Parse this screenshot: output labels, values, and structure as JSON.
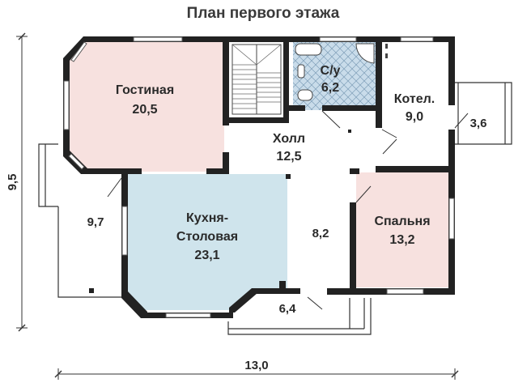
{
  "title": "План первого этажа",
  "colors": {
    "living": "#f7e1df",
    "kitchen": "#cfe4ec",
    "bedroom": "#f7e1df",
    "bathroom_tile": "#c9dcea",
    "wall": "#222222"
  },
  "rooms": {
    "living": {
      "name": "Гостиная",
      "area": "20,5"
    },
    "bath": {
      "name": "С/у",
      "area": "6,2"
    },
    "boiler": {
      "name": "Котел.",
      "area": "9,0"
    },
    "hall": {
      "name": "Холл",
      "area": "12,5"
    },
    "kitchen": {
      "name_line1": "Кухня-",
      "name_line2": "Столовая",
      "area": "23,1"
    },
    "corridor": {
      "area": "8,2"
    },
    "bedroom": {
      "name": "Спальня",
      "area": "13,2"
    },
    "terrace_left": {
      "area": "9,7"
    },
    "porch_right": {
      "area": "3,6"
    },
    "porch_bottom": {
      "area": "6,4"
    }
  },
  "dimensions": {
    "width": "13,0",
    "height": "9,5"
  }
}
